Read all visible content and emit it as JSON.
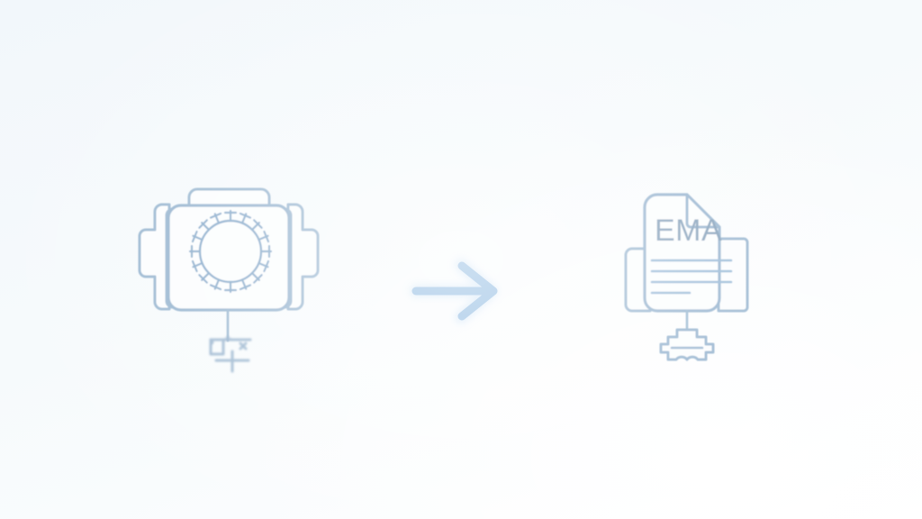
{
  "scene": {
    "title": "Pathogen analysis to EMA document workflow",
    "background_color": "#f6fafc",
    "background_accent": "#ffffff"
  },
  "palette": {
    "stroke": "#8FAFCC",
    "stroke_light": "#A6C0D8",
    "arrow": "#8CB8E0",
    "arrow_glow": "#CFE3F7",
    "text": "#7A99B5",
    "fill": "#FBFDFE"
  },
  "left_node": {
    "label": "pathogen-analyzer",
    "description": "Laboratory analyzer housing with virus specimen",
    "virus": {
      "label": "virus-particle",
      "spike_count": 16,
      "core_radius": 38,
      "spike_length": 9
    },
    "stand": {
      "label": "gear-connector",
      "state": "partial"
    }
  },
  "arrow": {
    "label": "transformation-arrow",
    "direction": "right",
    "color": "#8CB8E0",
    "stroke_width": 9
  },
  "right_node": {
    "label": "ema-document",
    "description": "Regulatory dossier document with EMA heading",
    "heading": "EMA",
    "text_lines": [
      {
        "id": "line-1",
        "width": 88
      },
      {
        "id": "line-2",
        "width": 88
      },
      {
        "id": "line-3",
        "width": 88
      },
      {
        "id": "line-4",
        "width": 42
      }
    ],
    "gear": {
      "label": "settings-gear",
      "teeth": 8
    }
  }
}
